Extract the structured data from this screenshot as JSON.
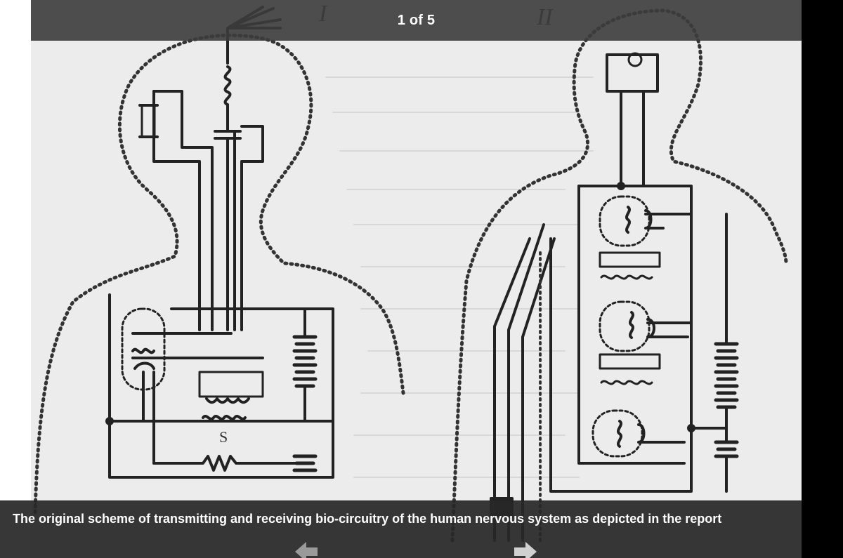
{
  "gallery": {
    "counter": "1 of 5",
    "caption": "The original scheme of transmitting and receiving bio-circuitry of the human nervous system as depicted in the report"
  },
  "figure": {
    "label_left": "I",
    "label_right": "II",
    "label_s": "S"
  },
  "nav": {
    "prev_icon": "arrow-left-icon",
    "next_icon": "arrow-right-icon"
  },
  "colors": {
    "overlay": "#3c3c3c",
    "ink": "#1e1e1e",
    "paper": "#ececec"
  }
}
